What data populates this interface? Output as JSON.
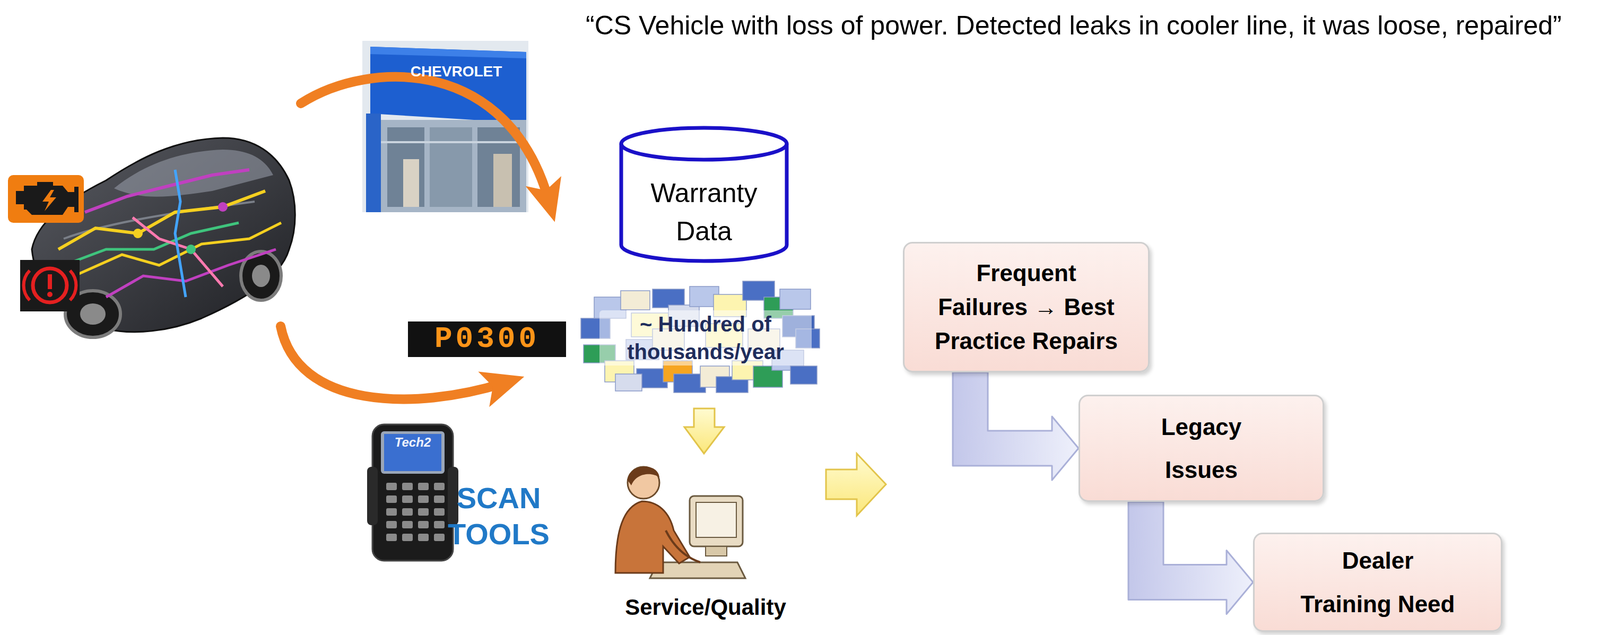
{
  "diagram": {
    "nodes": [
      {
        "text": [
          "Warranty Data"
        ]
      },
      {
        "text": [
          "Frequent Failures → Best Practice Repairs"
        ]
      },
      {
        "text": [
          "Legacy Issues"
        ]
      },
      {
        "text": [
          "Dealer Training Need"
        ]
      }
    ],
    "edges": [
      {
        "from": 1,
        "to": 2,
        "arrow": "to"
      },
      {
        "from": 2,
        "to": 3,
        "arrow": "to"
      }
    ],
    "labels": [
      "“CS Vehicle with loss of power. Detected leaks in cooler line, it was loose, repaired”",
      "CHEVROLET",
      "P0300",
      "~ Hundred of thousands/year",
      "Tech2",
      "SCAN TOOLS",
      "Service/Quality"
    ]
  }
}
